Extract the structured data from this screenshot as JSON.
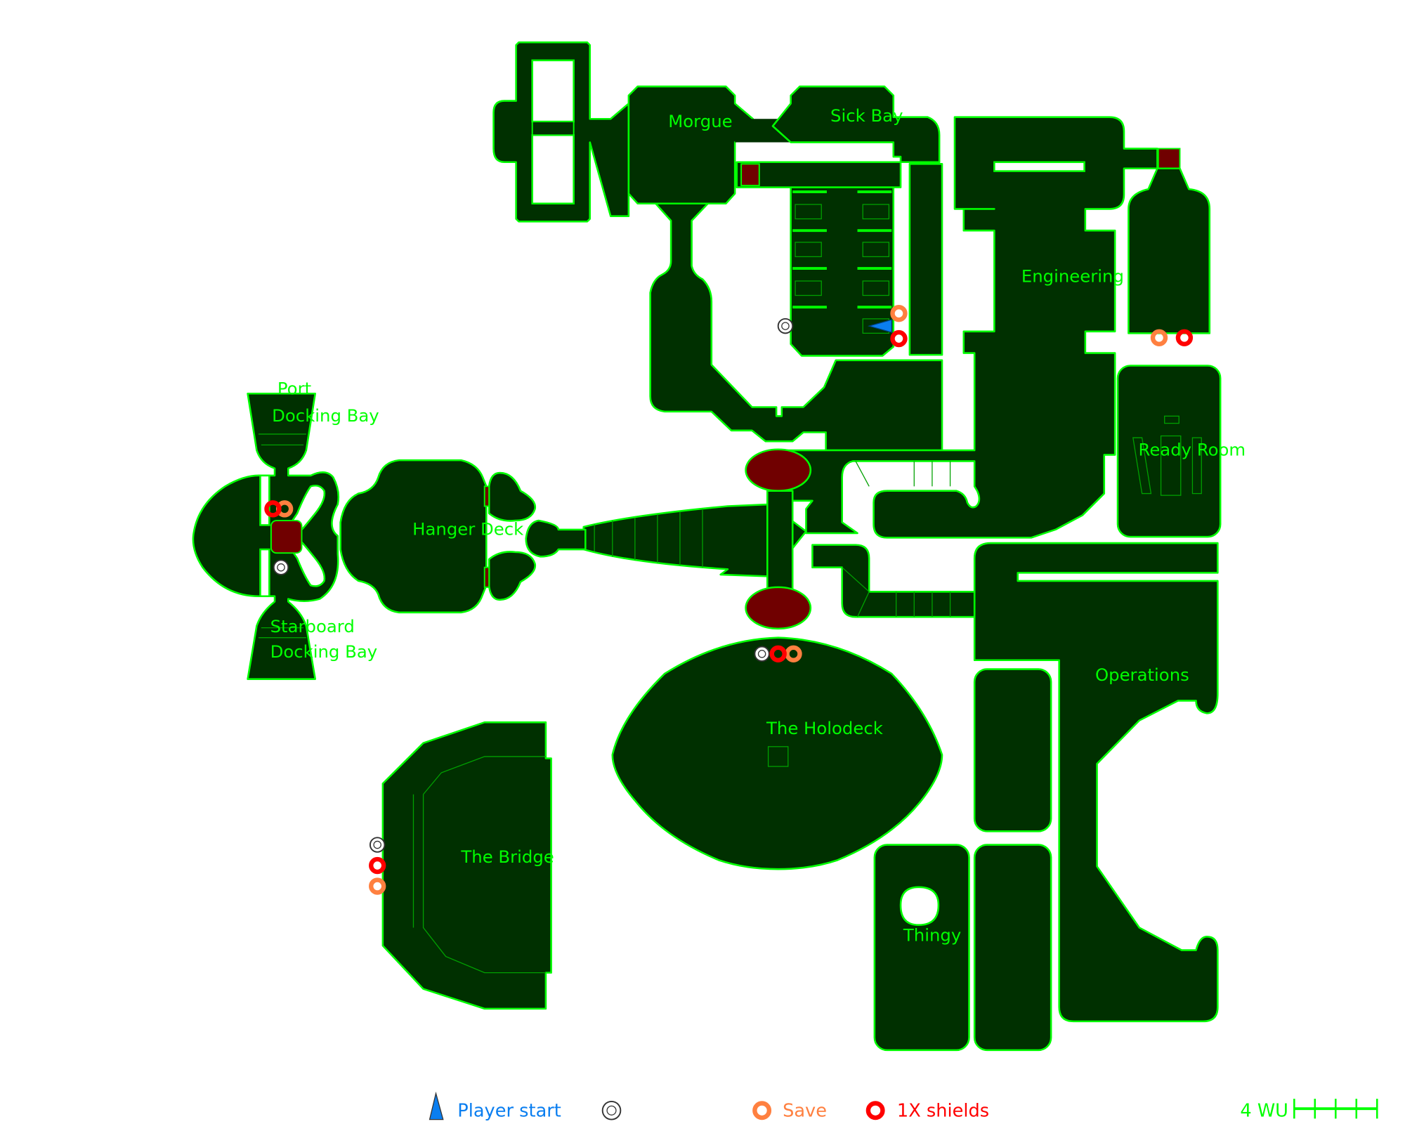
{
  "map": {
    "rooms": {
      "morgue": "Morgue",
      "sick_bay": "Sick Bay",
      "engineering": "Engineering",
      "port_docking_bay_1": "Port",
      "port_docking_bay_2": "Docking Bay",
      "hanger_deck": "Hanger Deck",
      "ready_room": "Ready Room",
      "starboard_docking_bay_1": "Starboard",
      "starboard_docking_bay_2": "Docking Bay",
      "operations": "Operations",
      "holodeck": "The Holodeck",
      "bridge": "The Bridge",
      "thingy": "Thingy"
    },
    "colors": {
      "floor": "#003000",
      "wall": "#00ff00",
      "door": "#700000",
      "player": "#0a7ef0",
      "save": "#ff8040",
      "shields": "#ff0000"
    }
  },
  "legend": {
    "player_start": "Player start",
    "generic": "",
    "save": "Save",
    "shields": "1X shields",
    "scale": "4 WU"
  }
}
